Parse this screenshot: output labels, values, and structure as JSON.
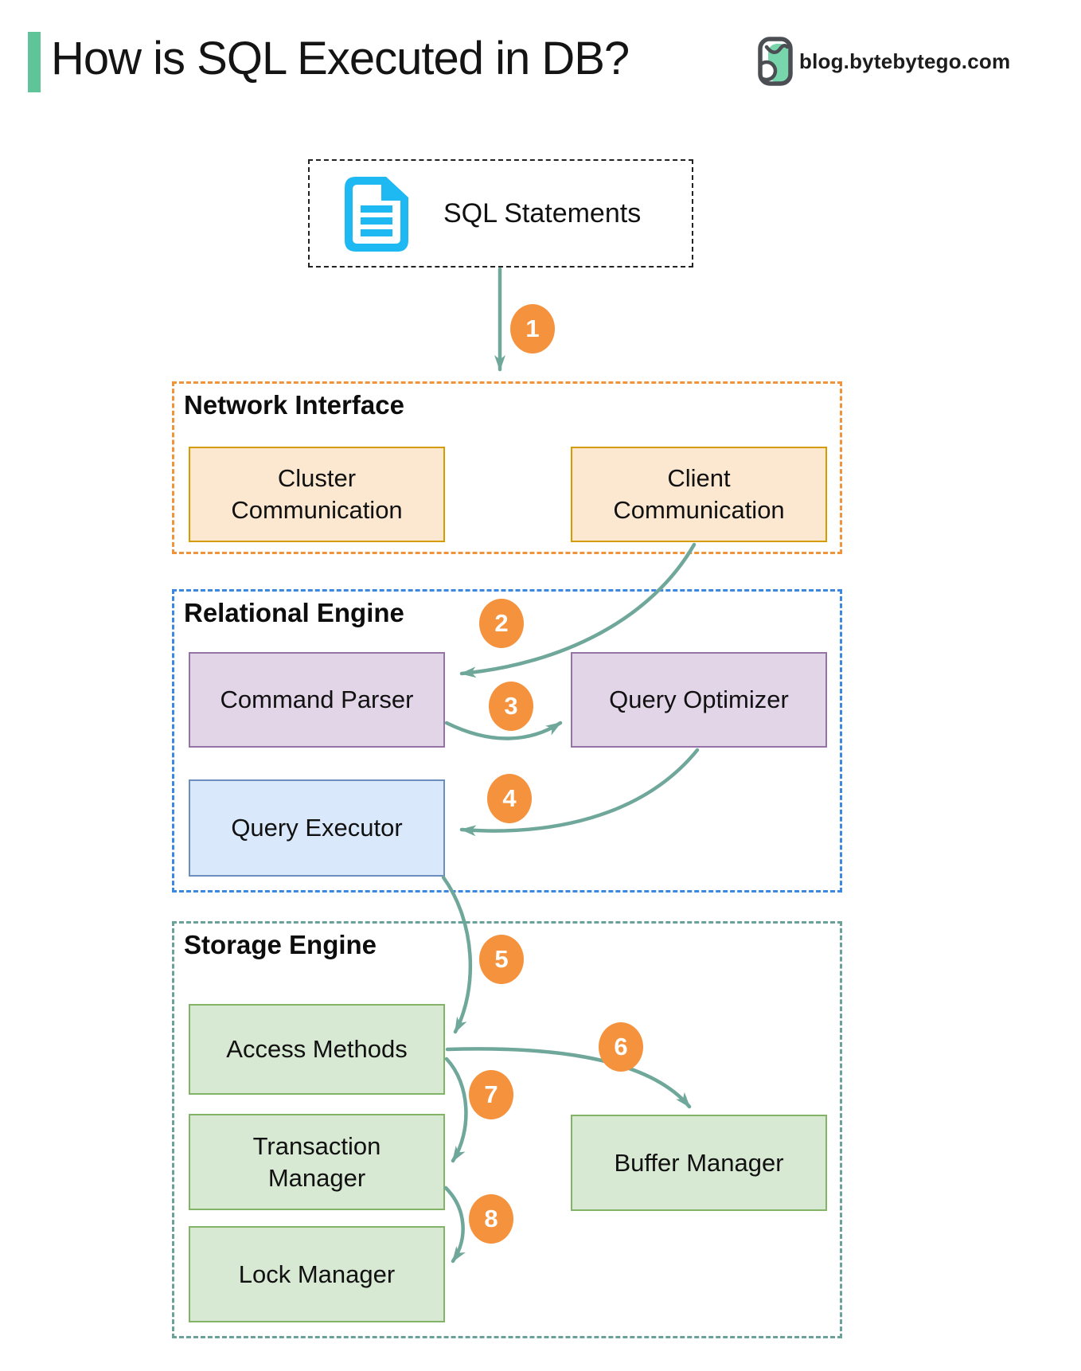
{
  "header": {
    "title": "How is SQL Executed in DB?",
    "site": "blog.bytebytego.com"
  },
  "source": {
    "label": "SQL Statements"
  },
  "sections": [
    {
      "label": "Network Interface",
      "boxes": [
        {
          "label": "Cluster\nCommunication"
        },
        {
          "label": "Client\nCommunication"
        }
      ]
    },
    {
      "label": "Relational Engine",
      "boxes": [
        {
          "label": "Command Parser"
        },
        {
          "label": "Query Optimizer"
        },
        {
          "label": "Query Executor"
        }
      ]
    },
    {
      "label": "Storage Engine",
      "boxes": [
        {
          "label": "Access Methods"
        },
        {
          "label": "Transaction\nManager"
        },
        {
          "label": "Lock Manager"
        },
        {
          "label": "Buffer Manager"
        }
      ]
    }
  ],
  "steps": [
    {
      "n": "1"
    },
    {
      "n": "2"
    },
    {
      "n": "3"
    },
    {
      "n": "4"
    },
    {
      "n": "5"
    },
    {
      "n": "6"
    },
    {
      "n": "7"
    },
    {
      "n": "8"
    }
  ],
  "colors": {
    "accent_green": "#5FC498",
    "arrow_teal": "#6FA79A",
    "network_border": "#F0943C",
    "relational_border": "#3C87E0",
    "storage_border": "#6AA199",
    "badge_orange": "#F5923D",
    "doc_icon_cyan": "#1EB8F2",
    "orange_node_fill": "#FCE7D0",
    "orange_node_border": "#D79B00",
    "purple_node_fill": "#E2D5E8",
    "purple_node_border": "#9673A6",
    "blue_node_fill": "#DAE8FC",
    "blue_node_border": "#6C8EBF",
    "green_node_fill": "#D7E8D3",
    "green_node_border": "#82B366"
  }
}
